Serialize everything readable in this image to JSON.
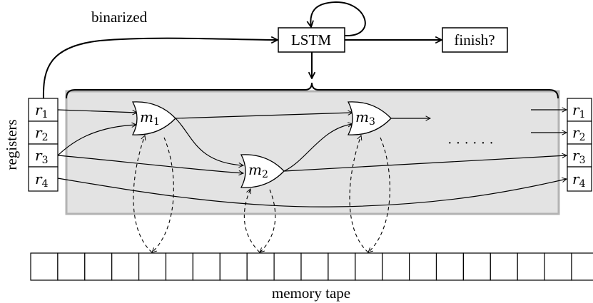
{
  "labels": {
    "binarized": "binarized",
    "lstm": "LSTM",
    "finish": "finish?",
    "registers": "registers",
    "memory_tape": "memory tape",
    "ellipsis": "· · · · · ·"
  },
  "registers_left": [
    {
      "sym": "r",
      "sub": "1"
    },
    {
      "sym": "r",
      "sub": "2"
    },
    {
      "sym": "r",
      "sub": "3"
    },
    {
      "sym": "r",
      "sub": "4"
    }
  ],
  "registers_right": [
    {
      "sym": "r",
      "sub": "1"
    },
    {
      "sym": "r",
      "sub": "2"
    },
    {
      "sym": "r",
      "sub": "3"
    },
    {
      "sym": "r",
      "sub": "4"
    }
  ],
  "modules": [
    {
      "sym": "m",
      "sub": "1"
    },
    {
      "sym": "m",
      "sub": "2"
    },
    {
      "sym": "m",
      "sub": "3"
    }
  ],
  "memory_tape": {
    "cells": 21
  }
}
